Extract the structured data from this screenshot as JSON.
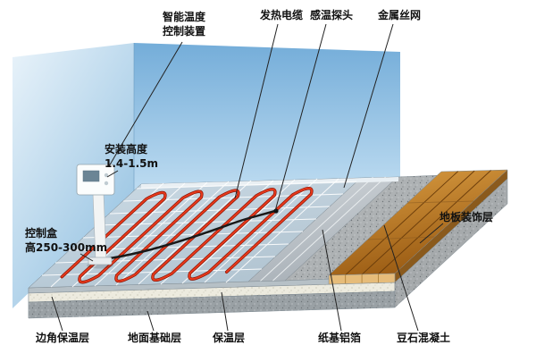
{
  "diagram": {
    "subject": "floor-heating-system-cutaway",
    "callouts": {
      "smart_controller": "智能温度\n控制装置",
      "heating_cable": "发热电缆",
      "temp_probe": "感温探头",
      "wire_mesh": "金属丝网",
      "install_height": "安装高度\n1.4-1.5m",
      "control_box": "控制盒\n高250-300mm",
      "floor_decor": "地板装饰层",
      "edge_insulation": "边角保温层",
      "base_layer": "地面基础层",
      "insulation": "保温层",
      "foil": "纸基铝箔",
      "concrete": "豆石混凝土"
    },
    "colors": {
      "wall_blue": "#79b0da",
      "wall_light": "#cfe3f2",
      "heating_cable_red": "#d42a10",
      "mesh_surface": "#c3d3de",
      "foil_silver": "#c2c8cd",
      "concrete_gray": "#a8acae",
      "wood_brown": "#b9792b",
      "leader_line": "#222222"
    }
  }
}
